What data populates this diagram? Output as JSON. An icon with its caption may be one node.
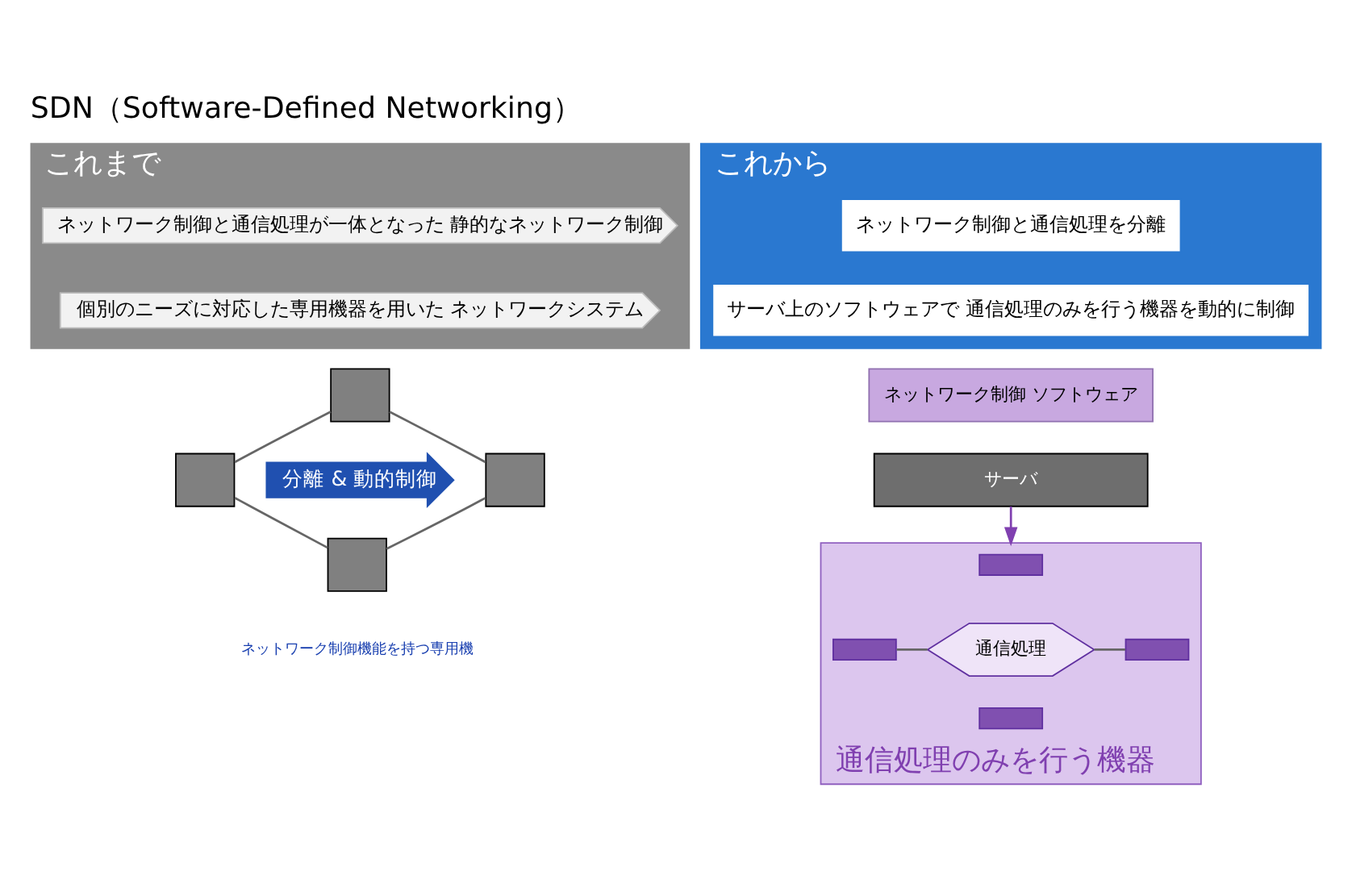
{
  "diagram": {
    "title": "SDN（Software-Defined Networking）",
    "nodes": [
      {
        "text": [
          "これまで"
        ]
      },
      {
        "text": [
          "ネットワーク制御と通信処理が一体となった 静的なネットワーク制御"
        ],
        "in": 0
      },
      {
        "text": [
          "個別のニーズに対応した専用機器を用いた ネットワークシステム"
        ],
        "in": 0
      },
      {
        "text": [
          "これから"
        ]
      },
      {
        "text": [
          "ネットワーク制御と通信処理を分離"
        ],
        "in": 3
      },
      {
        "text": [
          "サーバ上のソフトウェアで 通信処理のみを行う機器を動的に制御"
        ],
        "in": 3
      },
      {
        "text": [],
        "shape": "box"
      },
      {
        "text": [],
        "shape": "box"
      },
      {
        "text": [],
        "shape": "box"
      },
      {
        "text": [],
        "shape": "box"
      },
      {
        "text": [
          "分離 & 動的制御"
        ]
      },
      {
        "text": [
          "ネットワーク制御 ソフトウェア"
        ]
      },
      {
        "text": [
          "サーバ"
        ]
      },
      {
        "text": [],
        "shape": "box",
        "beside": [
          "通信処理のみを行う機器"
        ]
      },
      {
        "text": [],
        "shape": "box",
        "in": 13
      },
      {
        "text": [],
        "shape": "box",
        "in": 13
      },
      {
        "text": [
          "通信処理"
        ],
        "in": 13
      },
      {
        "text": [],
        "shape": "box",
        "in": 13
      },
      {
        "text": [],
        "shape": "box",
        "in": 13
      }
    ],
    "edges": [
      {
        "from": 7,
        "to": 6,
        "arrow": "none"
      },
      {
        "from": 7,
        "to": 9,
        "arrow": "none"
      },
      {
        "from": 6,
        "to": 8,
        "arrow": "none"
      },
      {
        "from": 9,
        "to": 8,
        "arrow": "none"
      },
      {
        "from": 12,
        "to": 13,
        "arrow": "to",
        "color": "#8040b0"
      },
      {
        "from": 15,
        "to": 16,
        "arrow": "none"
      },
      {
        "from": 16,
        "to": 17,
        "arrow": "none"
      }
    ],
    "labels": [
      "ネットワーク制御機能を持つ専用機"
    ]
  }
}
